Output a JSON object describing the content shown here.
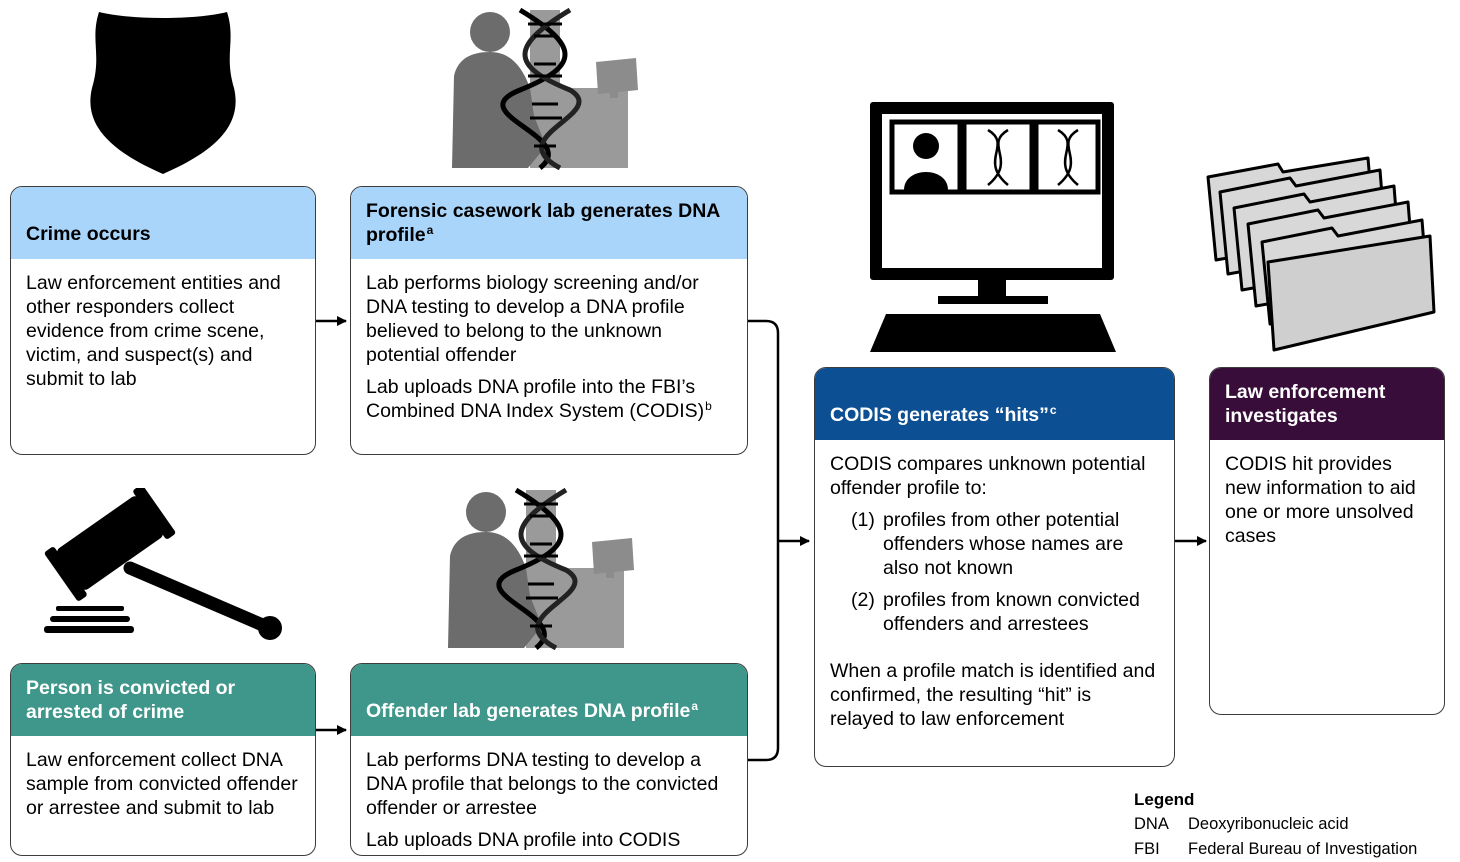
{
  "boxes": {
    "crime": {
      "title": "Crime occurs",
      "body": "Law enforcement entities and other responders collect evidence from crime scene, victim, and suspect(s) and submit to lab"
    },
    "forensic": {
      "title": "Forensic casework lab generates DNA profile",
      "title_sup": "a",
      "p1": "Lab performs biology screening and/or DNA testing to develop a DNA profile believed to belong to the unknown potential offender",
      "p2": "Lab uploads DNA profile into the FBI’s Combined DNA Index System (CODIS)",
      "p2_sup": "b"
    },
    "convicted": {
      "title": "Person is convicted or arrested of crime",
      "body": "Law enforcement collect DNA sample from convicted offender or arrestee and submit to lab"
    },
    "offender_lab": {
      "title": "Offender lab generates DNA profile",
      "title_sup": "a",
      "p1": "Lab performs DNA testing to develop a DNA profile that belongs to the convicted offender or arrestee",
      "p2": "Lab uploads DNA profile into CODIS"
    },
    "codis": {
      "title": "CODIS generates “hits”",
      "title_sup": "c",
      "intro": "CODIS compares unknown potential offender profile to:",
      "items": [
        {
          "num": "(1)",
          "text": "profiles from other potential offenders whose names are also not known"
        },
        {
          "num": "(2)",
          "text": "profiles from known convicted offenders and arrestees"
        }
      ],
      "outro": "When a profile match is identified and confirmed, the resulting “hit” is relayed to law enforcement"
    },
    "investigates": {
      "title": "Law enforcement investigates",
      "body": "CODIS hit provides new information to aid one or more unsolved cases"
    }
  },
  "legend": {
    "title": "Legend",
    "entries": [
      {
        "abbr": "DNA",
        "desc": "Deoxyribonucleic acid"
      },
      {
        "abbr": "FBI",
        "desc": "Federal Bureau of Investigation"
      }
    ]
  },
  "colors": {
    "light_blue": "#a9d5fb",
    "teal": "#3f968a",
    "navy": "#0c4f93",
    "purple": "#380d3a",
    "border": "#3c3c3c"
  },
  "icons": [
    "police-badge-icon",
    "lab-technician-dna-icon",
    "gavel-icon",
    "computer-monitor-icon",
    "file-folders-icon"
  ]
}
